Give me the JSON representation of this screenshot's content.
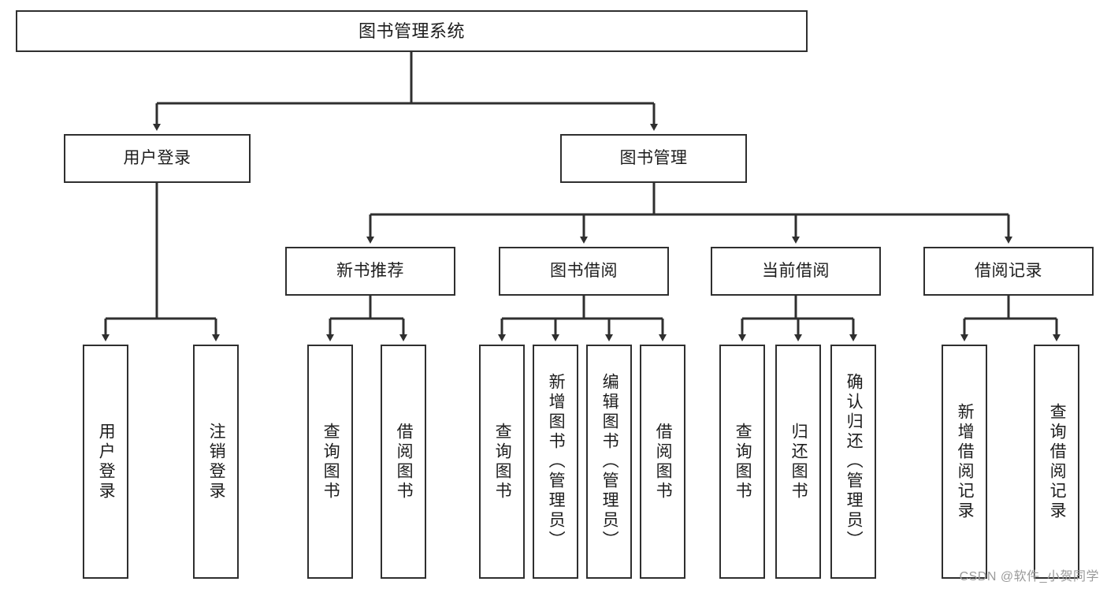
{
  "diagram": {
    "type": "tree-hierarchy",
    "title": "图书管理系统",
    "colors": {
      "box_border": "#2f2f2f",
      "box_fill": "#ffffff",
      "edge": "#2f2f2f",
      "text": "#1d1d1d",
      "watermark": "#9a9a9a"
    },
    "root": {
      "label": "图书管理系统"
    },
    "level2": [
      {
        "label": "用户登录"
      },
      {
        "label": "图书管理"
      }
    ],
    "level3": [
      {
        "label": "新书推荐"
      },
      {
        "label": "图书借阅"
      },
      {
        "label": "当前借阅"
      },
      {
        "label": "借阅记录"
      }
    ],
    "leaves": {
      "user_login": [
        {
          "label": "用户登录"
        },
        {
          "label": "注销登录"
        }
      ],
      "new_book_recommend": [
        {
          "label": "查询图书"
        },
        {
          "label": "借阅图书"
        }
      ],
      "book_borrow": [
        {
          "label": "查询图书"
        },
        {
          "label": "新增图书（管理员）"
        },
        {
          "label": "编辑图书（管理员）"
        },
        {
          "label": "借阅图书"
        }
      ],
      "current_borrow": [
        {
          "label": "查询图书"
        },
        {
          "label": "归还图书"
        },
        {
          "label": "确认归还（管理员）"
        }
      ],
      "borrow_record": [
        {
          "label": "新增借阅记录"
        },
        {
          "label": "查询借阅记录"
        }
      ]
    },
    "watermark": "CSDN @软件_小贺同学"
  }
}
